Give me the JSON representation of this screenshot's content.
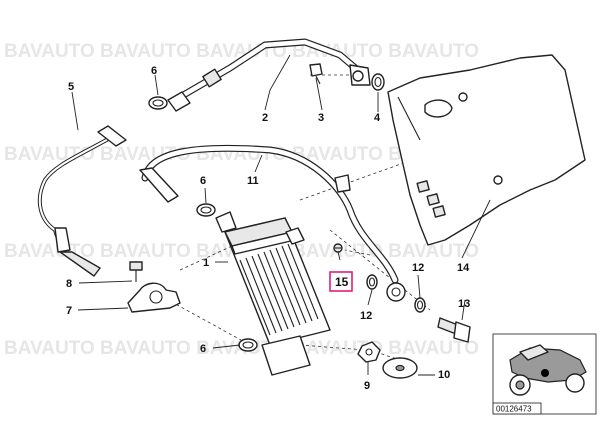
{
  "watermark": "BAVAUTO",
  "watermark_rows": [
    "BAVAUTO BAVAUTO BAVAUTO BAVAUTO BAVAUTO",
    "BAVAUTO BAVAUTO BAVAUTO BAVAUTO BAVAUTO",
    "BAVAUTO BAVAUTO BAVAUTO BAVAUTO BAVAUTO",
    "BAVAUTO BAVAUTO BAVAUTO BAVAUTO BAVAUTO"
  ],
  "callouts": {
    "p1": "1",
    "p2": "2",
    "p3": "3",
    "p4": "4",
    "p5": "5",
    "p6a": "6",
    "p6b": "6",
    "p6c": "6",
    "p7": "7",
    "p8": "8",
    "p9": "9",
    "p10": "10",
    "p11": "11",
    "p12a": "12",
    "p12b": "12",
    "p13": "13",
    "p14": "14",
    "p15": "15"
  },
  "highlighted_callout": "15",
  "highlight_color": "#e0207a",
  "diagram_number": "00126473"
}
